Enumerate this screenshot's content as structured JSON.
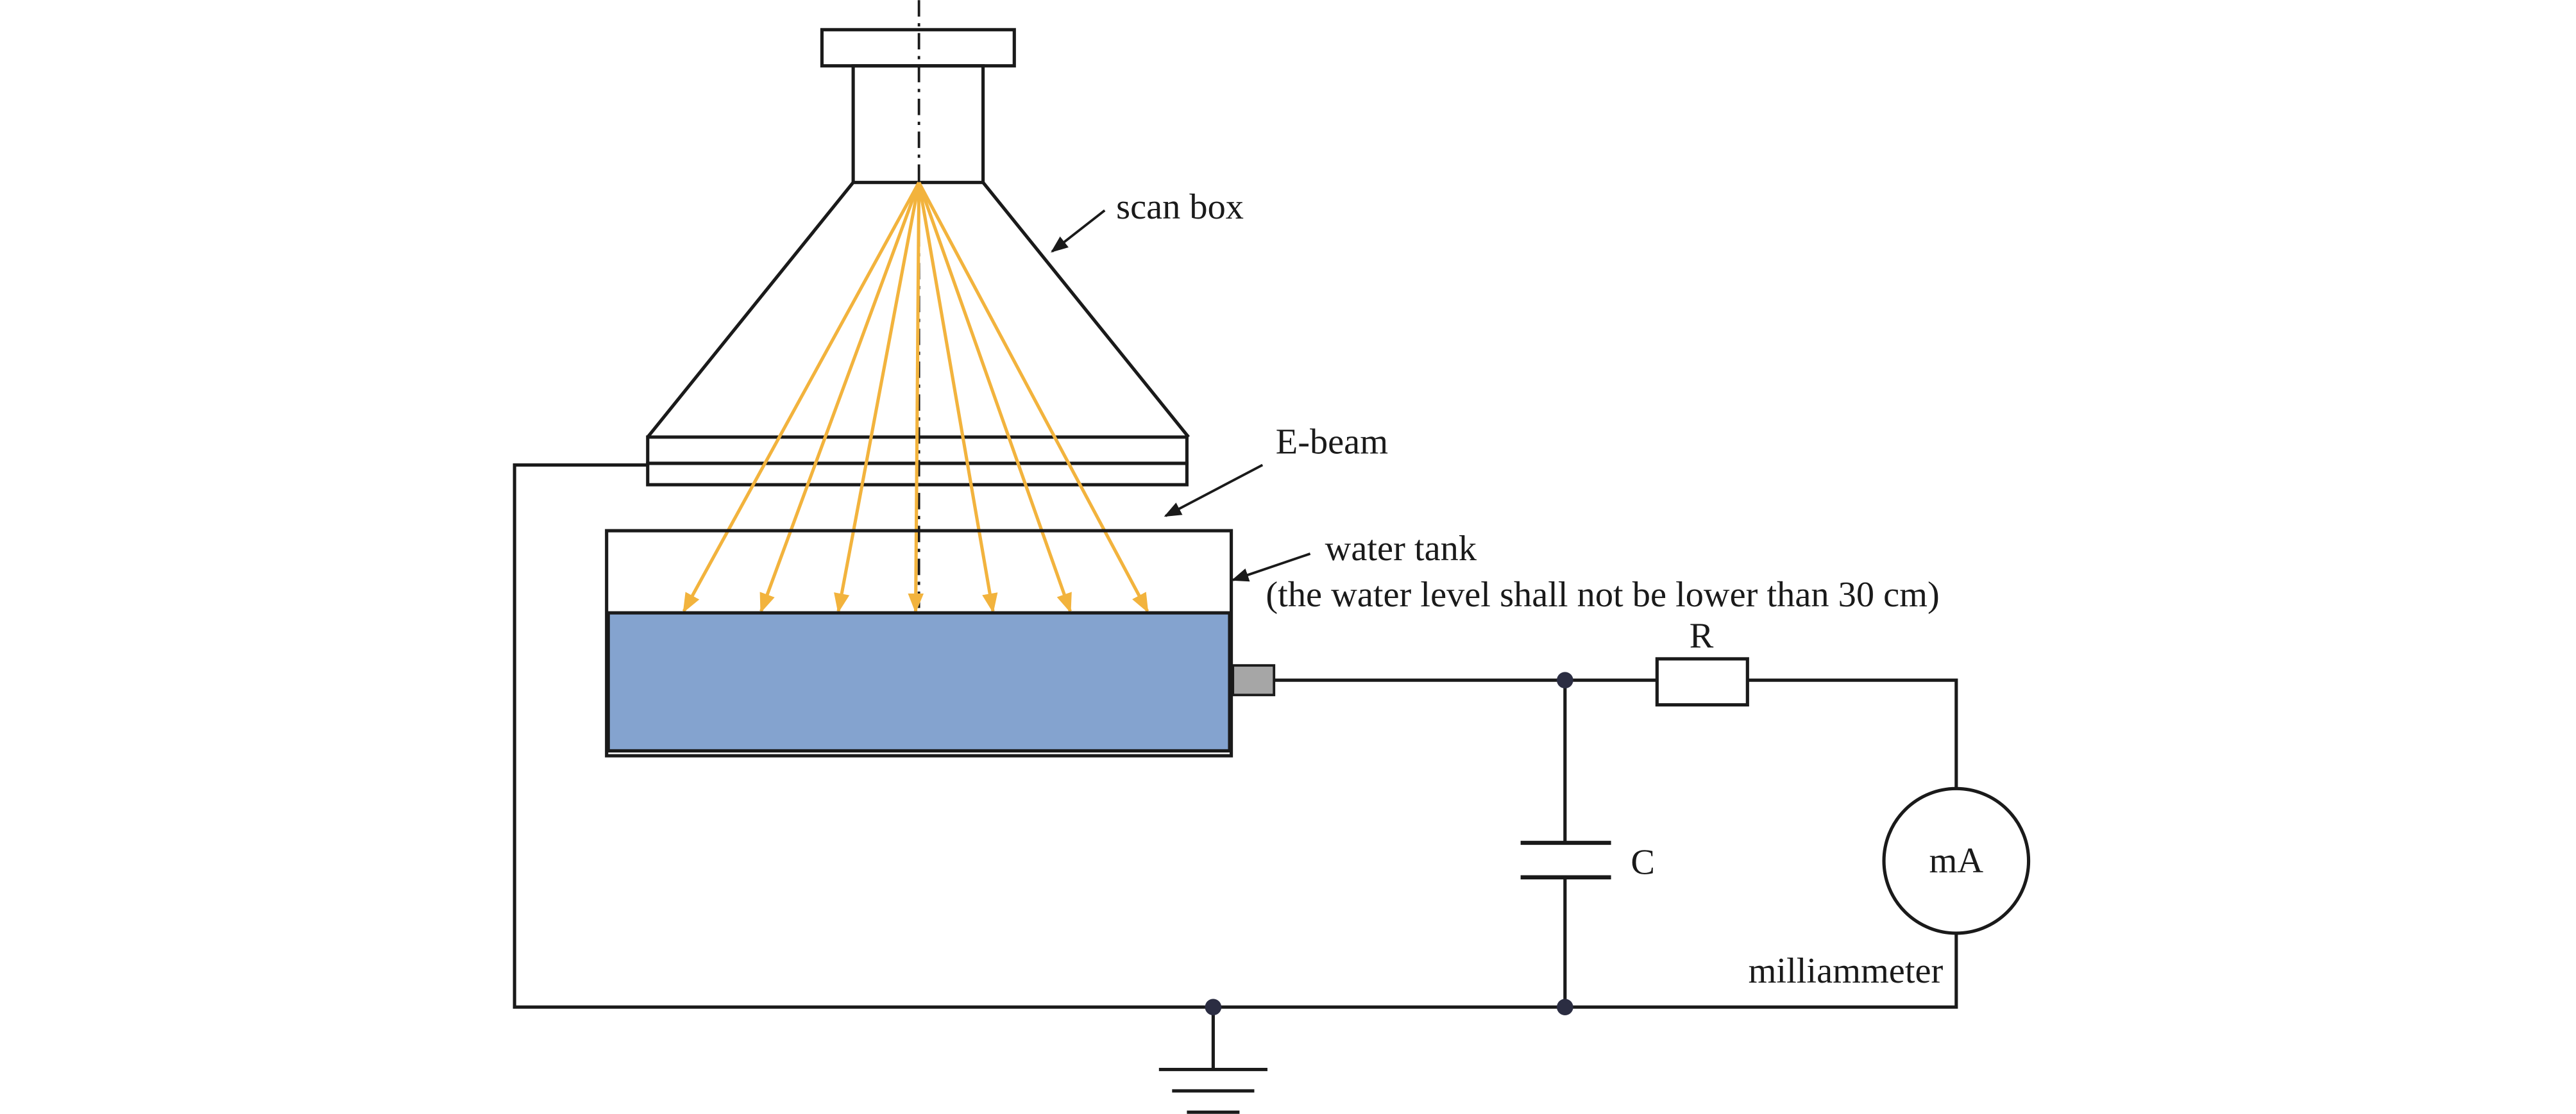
{
  "labels": {
    "scan_box": "scan box",
    "e_beam": "E-beam",
    "water_tank": "water tank",
    "water_level_note": "(the water level shall not be lower than 30 cm)",
    "resistor": "R",
    "capacitor": "C",
    "meter_symbol": "mA",
    "meter_name": "milliammeter"
  },
  "colors": {
    "line": "#1a1a1a",
    "beam": "#F2B33D",
    "water": "#84A3CF",
    "electrode": "#A6A6A6",
    "node": "#2b2d42"
  },
  "beam_ray_count": 7
}
